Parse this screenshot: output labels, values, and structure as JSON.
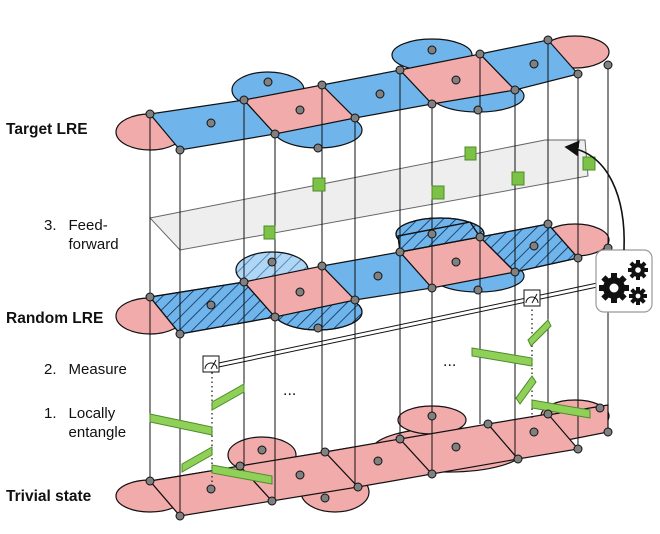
{
  "labels": {
    "target": "Target LRE",
    "random": "Random LRE",
    "trivial": "Trivial state"
  },
  "steps": [
    {
      "num": "3.",
      "lines": [
        "Feed-",
        "forward"
      ]
    },
    {
      "num": "2.",
      "lines": [
        "Measure"
      ]
    },
    {
      "num": "1.",
      "lines": [
        "Locally",
        "entangle"
      ]
    }
  ],
  "ellipsis": "...",
  "colors": {
    "pink": "#f2abab",
    "blue": "#6fb5ec",
    "green": "#8fd058",
    "gate": "#7cc246",
    "plane": "#ebebeb",
    "vertex": "#808080",
    "line": "#111111"
  },
  "icons": [
    "gear-icon",
    "measurement-meter-icon"
  ]
}
